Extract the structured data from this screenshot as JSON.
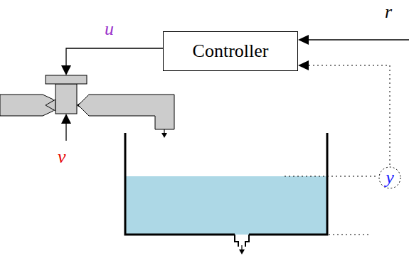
{
  "diagram": {
    "nodes": [
      {
        "text": [
          "Controller"
        ]
      },
      {
        "text": [
          "y"
        ]
      }
    ],
    "edges": [
      {
        "from": 1,
        "to": 0,
        "arrow": "to"
      }
    ],
    "labels": [
      "r",
      "u",
      "v"
    ]
  }
}
